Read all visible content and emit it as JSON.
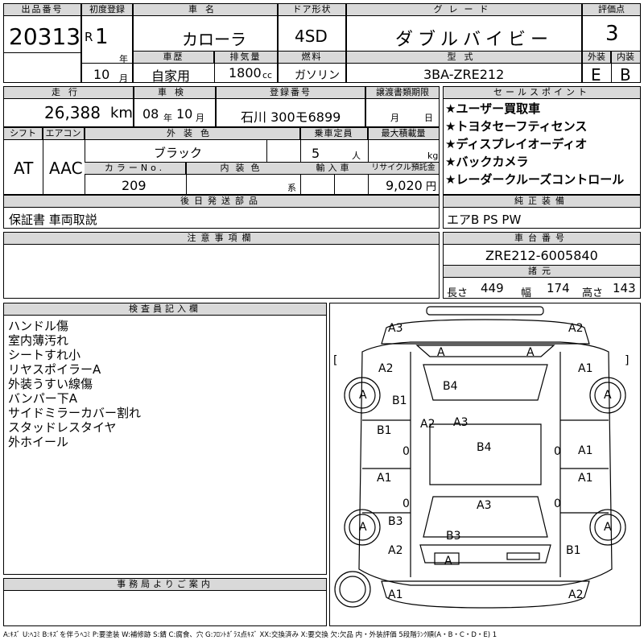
{
  "header": {
    "lot_label": "出品番号",
    "lot_no": "20313",
    "first_reg_label": "初度登録",
    "era": "R",
    "year": "1",
    "year_unit": "年",
    "month": "10",
    "month_unit": "月",
    "name_label": "車名",
    "name": "カローラ",
    "door_label": "ドア形状",
    "door": "4SD",
    "grade_label": "グレード",
    "grade": "ダブルバイビー",
    "score_label": "評価点",
    "score": "3",
    "history_label": "車歴",
    "history": "自家用",
    "displacement_label": "排気量",
    "displacement": "1800",
    "cc": "cc",
    "fuel_label": "燃料",
    "fuel": "ガソリン",
    "model_label": "型式",
    "model": "3BA-ZRE212",
    "ext_label": "外装",
    "ext": "E",
    "int_label": "内装",
    "int": "B"
  },
  "row2": {
    "mileage_label": "走行",
    "mileage": "26,388",
    "km": "km",
    "inspection_label": "車検",
    "insp_year": "08",
    "insp_year_unit": "年",
    "insp_month": "10",
    "insp_month_unit": "月",
    "reg_label": "登録番号",
    "reg": "石川 300モ6899",
    "transfer_label": "譲渡書類期限",
    "transfer_month": "月",
    "transfer_day": "日",
    "shift_label": "シフト",
    "shift": "AT",
    "ac_label": "エアコン",
    "ac": "AAC",
    "color_label": "外装色",
    "color": "ブラック",
    "cap_label": "乗車定員",
    "cap": "5",
    "cap_unit": "人",
    "load_label": "最大積載量",
    "load_unit": "kg",
    "colorno_label": "カラーNo.",
    "colorno": "209",
    "intcolor_label": "内装色",
    "intcolor_unit": "系",
    "import_label": "輸入車",
    "recycle_label": "リサイクル預託金",
    "recycle": "9,020",
    "yen": "円"
  },
  "sales": {
    "label": "セールスポイント",
    "items": [
      "★ユーザー買取車",
      "★トヨタセーフティセンス",
      "★ディスプレイオーディオ",
      "★バックカメラ",
      "★レーダークルーズコントロール"
    ]
  },
  "later": {
    "label": "後日発送部品",
    "value": "保証書 車両取説"
  },
  "equip": {
    "label": "純正装備",
    "value": "エアB PS PW"
  },
  "notes": {
    "label": "注意事項欄"
  },
  "chassis": {
    "label": "車台番号",
    "value": "ZRE212-6005840"
  },
  "dims": {
    "label": "諸元",
    "len_label": "長さ",
    "len": "449",
    "wid_label": "幅",
    "wid": "174",
    "hgt_label": "高さ",
    "hgt": "143"
  },
  "inspector": {
    "label": "検査員記入欄",
    "items": [
      "ハンドル傷",
      "室内薄汚れ",
      "シートすれ小",
      "リヤスポイラーA",
      "外装うすい線傷",
      "バンパー下A",
      "サイドミラーカバー割れ",
      "スタッドレスタイヤ",
      "外ホイール"
    ]
  },
  "office": {
    "label": "事務局よりご案内"
  },
  "damage": {
    "front_left": "A3",
    "front_right": "A2",
    "windshield_left": "A",
    "windshield_right": "A",
    "left_front_fender": "A2",
    "right_front_fender": "A1",
    "hood": "B4",
    "left_tire": "A",
    "right_tire": "A",
    "left_front_door_top": "B1",
    "roof_left": "A2",
    "roof_front": "A3",
    "left_front_door": "B1",
    "roof": "B4",
    "right_front_door": "A1",
    "zero_l1": "0",
    "zero_r1": "0",
    "left_rear_door": "A1",
    "right_rear_door": "A1",
    "zero_l2": "0",
    "zero_r2": "0",
    "trunk_area": "A3",
    "left_rear_fender": "B3",
    "rear_tire_left": "A",
    "rear_tire_right": "A",
    "trunk": "B3",
    "rear_left_quarter": "A2",
    "rear_right_quarter": "B1",
    "rear_glass": "A",
    "rear_left": "A1",
    "rear_right": "A2",
    "bracket_l": "[",
    "bracket_r": "]"
  },
  "footer": "A:ｷｽﾞ U:ﾍｺﾐ B:ｷｽﾞを伴うﾍｺﾐ P:要塗装 W:補修跡 S:錆 C:腐食、穴 G:ﾌﾛﾝﾄｶﾞﾗｽ点ｷｽﾞ XX:交換済み X:要交換 欠:欠品 内・外装評価 5段階ﾗﾝｸ順(A・B・C・D・E) 1"
}
